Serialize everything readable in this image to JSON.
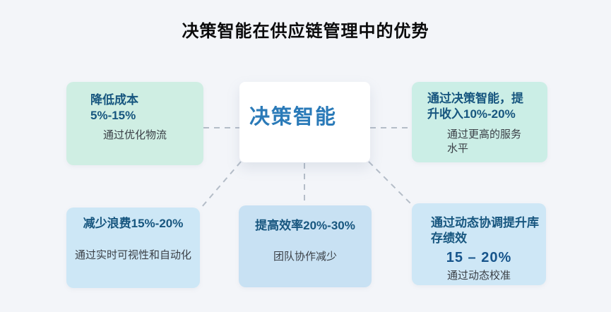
{
  "title": "决策智能在供应链管理中的优势",
  "center": {
    "label": "决策智能"
  },
  "nodes": {
    "cost": {
      "title": "降低成本5%-15%",
      "subtitle": "通过优化物流"
    },
    "revenue": {
      "title": "通过决策智能，提升收入10%-20%",
      "subtitle": "通过更高的服务水平"
    },
    "waste": {
      "title": "减少浪费15%-20%",
      "subtitle": "通过实时可视性和自动化"
    },
    "efficiency": {
      "title": "提高效率20%-30%",
      "subtitle": "团队协作减少"
    },
    "inventory": {
      "title": "通过动态协调提升库存绩效",
      "highlight": "15 – 20%",
      "subtitle": "通过动态校准"
    }
  },
  "colors": {
    "background": "#f3f5f9",
    "mint_box_left": "#cfeee3",
    "mint_box_right": "#cbeee6",
    "blue_box": "#cbe4f5",
    "center_box": "#ffffff",
    "center_title": "#2a7ab8",
    "node_title": "#17567f",
    "subtitle_text": "#3b4047",
    "main_title": "#0b0b0c",
    "connector": "#b4bdc8"
  }
}
